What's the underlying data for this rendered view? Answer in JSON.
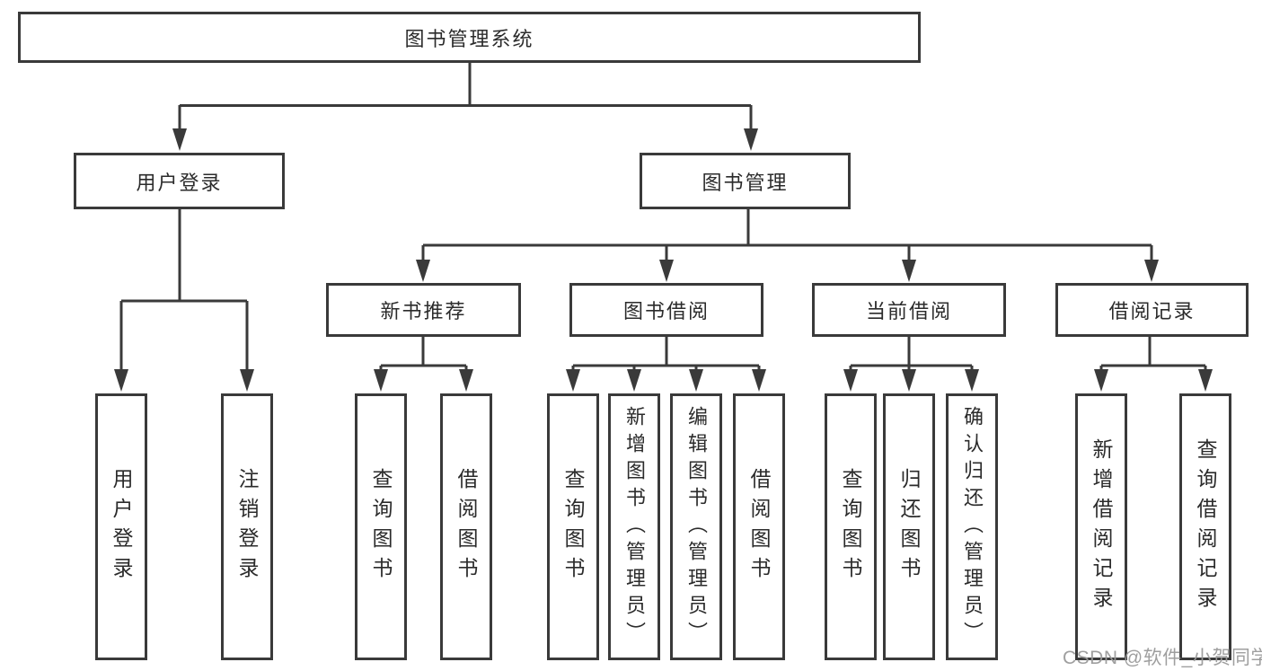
{
  "diagram": {
    "root": {
      "label": "图书管理系统"
    },
    "branches": [
      {
        "label": "用户登录",
        "children": [
          {
            "label": "用户登录"
          },
          {
            "label": "注销登录"
          }
        ]
      },
      {
        "label": "图书管理",
        "children": [
          {
            "label": "新书推荐",
            "children": [
              {
                "label": "查询图书"
              },
              {
                "label": "借阅图书"
              }
            ]
          },
          {
            "label": "图书借阅",
            "children": [
              {
                "label": "查询图书"
              },
              {
                "label": "新增图书（管理员）"
              },
              {
                "label": "编辑图书（管理员）"
              },
              {
                "label": "借阅图书"
              }
            ]
          },
          {
            "label": "当前借阅",
            "children": [
              {
                "label": "查询图书"
              },
              {
                "label": "归还图书"
              },
              {
                "label": "确认归还（管理员）"
              }
            ]
          },
          {
            "label": "借阅记录",
            "children": [
              {
                "label": "新增借阅记录"
              },
              {
                "label": "查询借阅记录"
              }
            ]
          }
        ]
      }
    ]
  },
  "watermark": {
    "text": "CSDN @软件_小贺同学"
  },
  "colors": {
    "line": "#3a3a3a",
    "text": "#2b2b2b",
    "box_background": "#ffffff",
    "page_background": "#ffffff",
    "watermark": "#9a9a9a"
  }
}
